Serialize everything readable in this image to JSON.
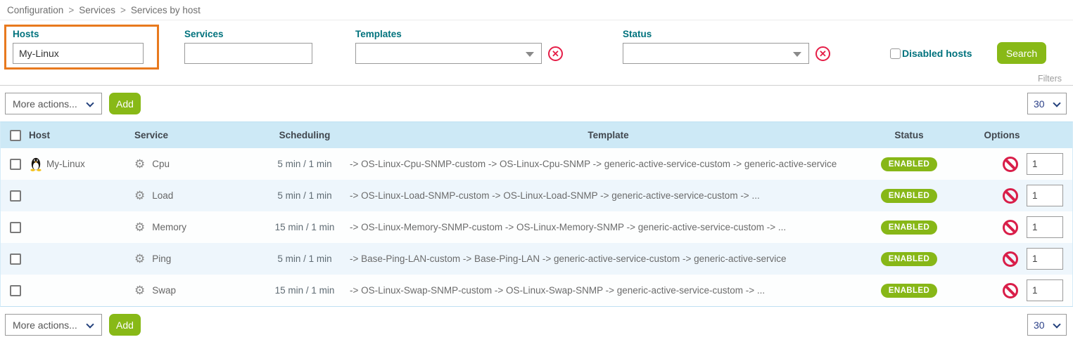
{
  "breadcrumb": {
    "separator": ">",
    "items": [
      "Configuration",
      "Services",
      "Services by host"
    ]
  },
  "filters": {
    "hosts": {
      "label": "Hosts",
      "value": "My-Linux"
    },
    "services": {
      "label": "Services",
      "value": ""
    },
    "templates": {
      "label": "Templates",
      "value": ""
    },
    "status": {
      "label": "Status",
      "value": ""
    },
    "disabled_hosts_label": "Disabled hosts",
    "search_label": "Search",
    "filters_caption": "Filters"
  },
  "toolbar": {
    "more_actions_label": "More actions...",
    "add_label": "Add",
    "page_size": "30"
  },
  "table": {
    "headers": [
      "Host",
      "Service",
      "Scheduling",
      "Template",
      "Status",
      "Options"
    ],
    "rows": [
      {
        "host": "My-Linux",
        "has_host_icon": true,
        "service": "Cpu",
        "scheduling": "5 min / 1 min",
        "template": "-> OS-Linux-Cpu-SNMP-custom -> OS-Linux-Cpu-SNMP -> generic-active-service-custom -> generic-active-service",
        "status": "ENABLED",
        "options_value": "1"
      },
      {
        "host": "",
        "has_host_icon": false,
        "service": "Load",
        "scheduling": "5 min / 1 min",
        "template": "-> OS-Linux-Load-SNMP-custom -> OS-Linux-Load-SNMP -> generic-active-service-custom -> ...",
        "status": "ENABLED",
        "options_value": "1"
      },
      {
        "host": "",
        "has_host_icon": false,
        "service": "Memory",
        "scheduling": "15 min / 1 min",
        "template": "-> OS-Linux-Memory-SNMP-custom -> OS-Linux-Memory-SNMP -> generic-active-service-custom -> ...",
        "status": "ENABLED",
        "options_value": "1"
      },
      {
        "host": "",
        "has_host_icon": false,
        "service": "Ping",
        "scheduling": "5 min / 1 min",
        "template": "-> Base-Ping-LAN-custom -> Base-Ping-LAN -> generic-active-service-custom -> generic-active-service",
        "status": "ENABLED",
        "options_value": "1"
      },
      {
        "host": "",
        "has_host_icon": false,
        "service": "Swap",
        "scheduling": "15 min / 1 min",
        "template": "-> OS-Linux-Swap-SNMP-custom -> OS-Linux-Swap-SNMP -> generic-active-service-custom -> ...",
        "status": "ENABLED",
        "options_value": "1"
      }
    ]
  },
  "colors": {
    "accent_green": "#88b917",
    "label_teal": "#00727d",
    "highlight_orange": "#e8791e",
    "table_header_bg": "#cde9f6",
    "danger_red": "#d91e49"
  },
  "icons": {
    "host_icon": "linux-penguin-icon",
    "service_icon": "gear-icon",
    "clear_icon": "circled-x-clear-icon",
    "disable_icon": "prohibition-icon"
  }
}
